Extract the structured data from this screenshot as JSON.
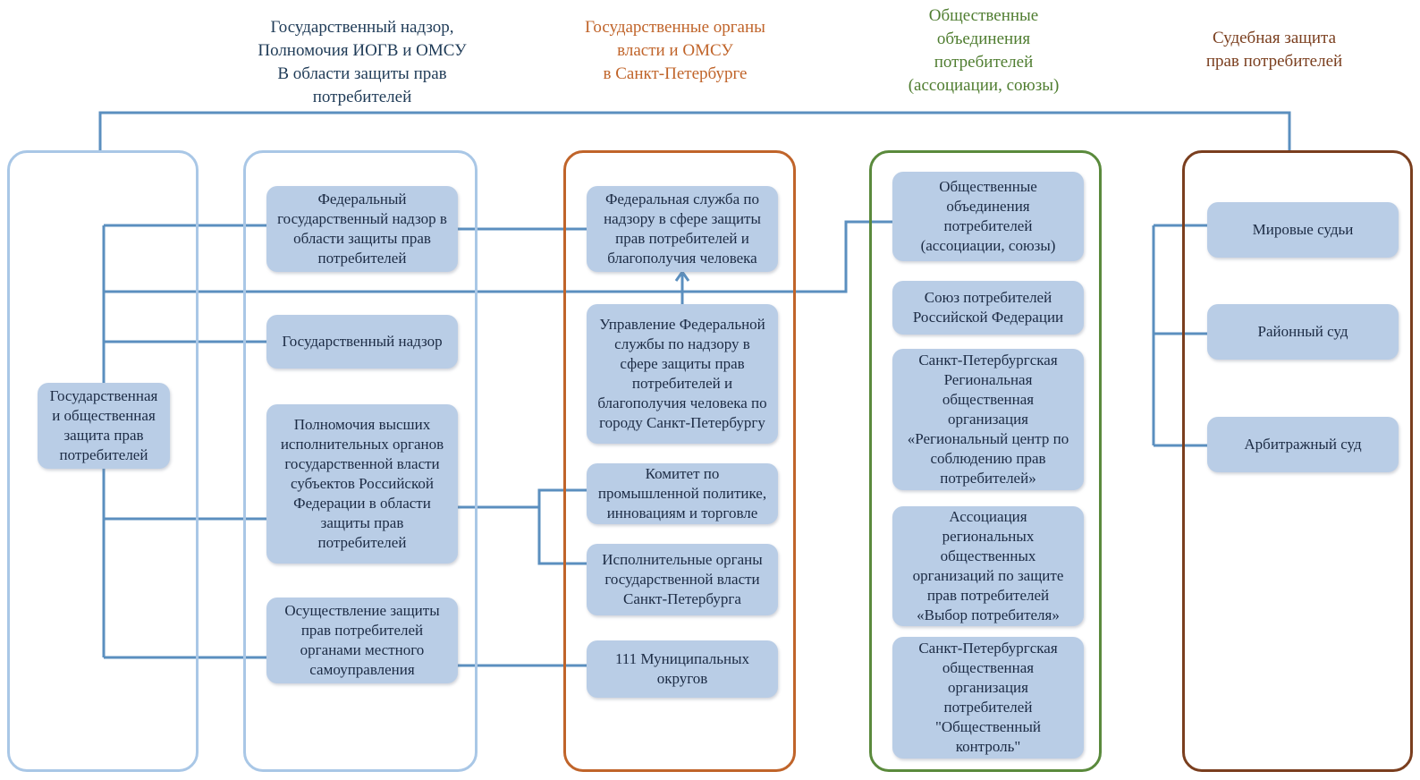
{
  "colors": {
    "blue_col": "#a9c7e6",
    "orange_col": "#c0642a",
    "green_col": "#5a8a3c",
    "brown_col": "#7a3e1e",
    "connector": "#5b8fbf",
    "box_fill": "#b9cde6",
    "hdr_dark": "#1f3b57",
    "hdr_orange": "#c0642a",
    "hdr_green": "#4f7d30",
    "hdr_brown": "#7a3e1e"
  },
  "headers": {
    "state_supervision": "Государственный надзор,\nПолномочия ИОГВ и ОМСУ\nВ области защиты прав\nпотребителей",
    "state_bodies": "Государственные органы\nвласти и ОМСУ\nв Санкт-Петербурге",
    "public_associations": "Общественные\nобъединения\nпотребителей\n(ассоциации, союзы)",
    "judicial": "Судебная защита\nправ потребителей"
  },
  "root": {
    "label": "Государственная\nи общественная\nзащита прав\nпотребителей"
  },
  "supervision_boxes": {
    "federal_supervision": "Федеральный\nгосударственный надзор в\nобласти защиты прав\nпотребителей",
    "state_supervision": "Государственный надзор",
    "regional_powers": "Полномочия высших\nисполнительных органов\nгосударственной власти\nсубъектов Российской\nФедерации в области\nзащиты прав\nпотребителей",
    "local_government": "Осуществление защиты\nправ потребителей\nорганами местного\nсамоуправления"
  },
  "bodies_boxes": {
    "rospotrebnadzor": "Федеральная служба по\nнадзору в сфере защиты\nправ потребителей и\nблагополучия человека",
    "spb_department": "Управление Федеральной\nслужбы по надзору в\nсфере защиты прав\nпотребителей и\nблагополучия человека по\nгороду Санкт-Петербургу",
    "committee": "Комитет по\nпромышленной политике,\nинновациям и торговле",
    "executive_bodies": "Исполнительные органы\nгосударственной власти\nСанкт-Петербурга",
    "municipal": "111 Муниципальных\nокругов"
  },
  "public_boxes": {
    "associations": "Общественные\nобъединения\nпотребителей\n(ассоциации, союзы)",
    "union_rf": "Союз потребителей\nРоссийской Федерации",
    "regional_center": "Санкт-Петербургская\nРегиональная\nобщественная\nорганизация\n«Региональный центр по\nсоблюдению прав\nпотребителей»",
    "vybor": "Ассоциация\nрегиональных\nобщественных\nорганизаций по защите\nправ потребителей\n«Выбор потребителя»",
    "public_control": "Санкт-Петербургская\nобщественная\nорганизация\nпотребителей\n\"Общественный\nконтроль\""
  },
  "court_boxes": {
    "magistrates": "Мировые судьи",
    "district": "Районный суд",
    "arbitration": "Арбитражный суд"
  }
}
